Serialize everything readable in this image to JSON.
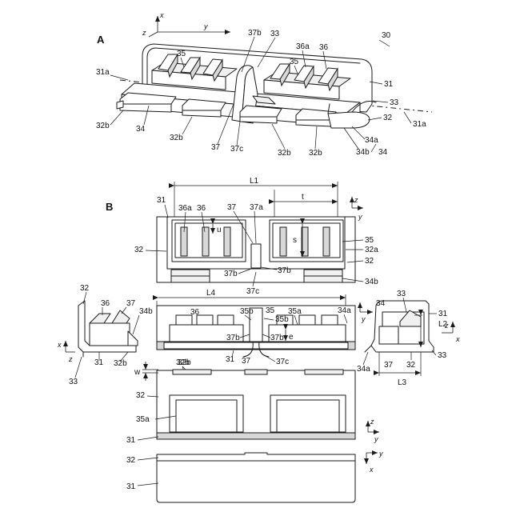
{
  "figures": {
    "a": {
      "label": "A",
      "ref_main": "30",
      "callouts": [
        "31a",
        "31",
        "31a",
        "32",
        "32b",
        "32b",
        "32b",
        "32b",
        "33",
        "33",
        "34",
        "34",
        "34a",
        "34b",
        "35",
        "35",
        "36",
        "36a",
        "37",
        "37b",
        "37c"
      ],
      "axes": [
        "x",
        "y",
        "z"
      ]
    },
    "b": {
      "label": "B",
      "dimensions": [
        "L1",
        "t",
        "u",
        "s",
        "L4",
        "e",
        "w",
        "L2",
        "L3"
      ],
      "top_view": [
        "31",
        "36a",
        "36",
        "37",
        "37a",
        "35",
        "32a",
        "32",
        "32",
        "37b",
        "37b",
        "37c",
        "34b"
      ],
      "front_view": [
        "36",
        "35b",
        "35",
        "35b",
        "35a",
        "34a",
        "37b",
        "37b",
        "31",
        "37",
        "37c",
        "32b"
      ],
      "left_view": [
        "32",
        "36",
        "37",
        "34b",
        "31",
        "32b",
        "33"
      ],
      "right_view": [
        "34",
        "33",
        "31",
        "33",
        "34a",
        "37",
        "32"
      ],
      "bottom_view": [
        "32b",
        "32",
        "35a",
        "31"
      ],
      "side_view": [
        "32",
        "31"
      ],
      "axes": [
        "x",
        "y",
        "z"
      ]
    }
  }
}
